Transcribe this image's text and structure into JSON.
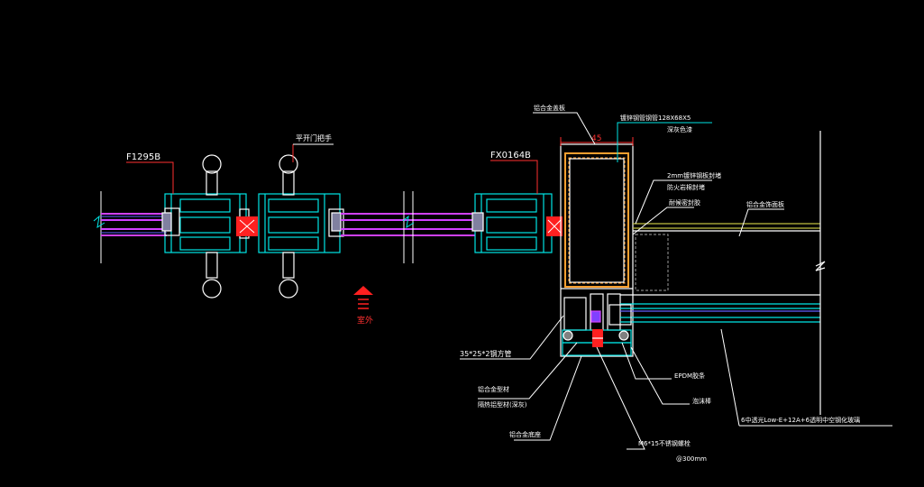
{
  "labels": {
    "profile_left": "F1295B",
    "handle": "平开门把手",
    "profile_right": "FX0164B",
    "alu_cover": "铝合金盖板",
    "steel_tube": "镀锌钢管钢管128X68X5",
    "steel_tube_sub": "深灰色漆",
    "width_dim": "45",
    "steel_plate": "2mm镀锌钢板封堵",
    "steel_plate_sub": "防火岩棉封堵",
    "sealant": "耐候密封胶",
    "alu_panel": "铝合金饰面板",
    "outdoor": "室外",
    "steel_pipe_35": "35*25*2钢方管",
    "alu_profile": "铝合金型材",
    "alu_profile_sub": "隔热铝型材(深灰)",
    "alu_base": "铝合金底座",
    "bolt": "M6*15不锈钢螺栓",
    "spacing": "@300mm",
    "epdm": "EPDM胶条",
    "foam": "泡沫棒",
    "glass": "6中透光Low-E+12A+6透明中空钢化玻璃"
  },
  "colors": {
    "profile": "#00e5e5",
    "glass": "#d040ff",
    "gasket": "#ff2020",
    "steel": "#ffa030",
    "leader": "#ffffff",
    "leader_red": "#ff3030"
  }
}
